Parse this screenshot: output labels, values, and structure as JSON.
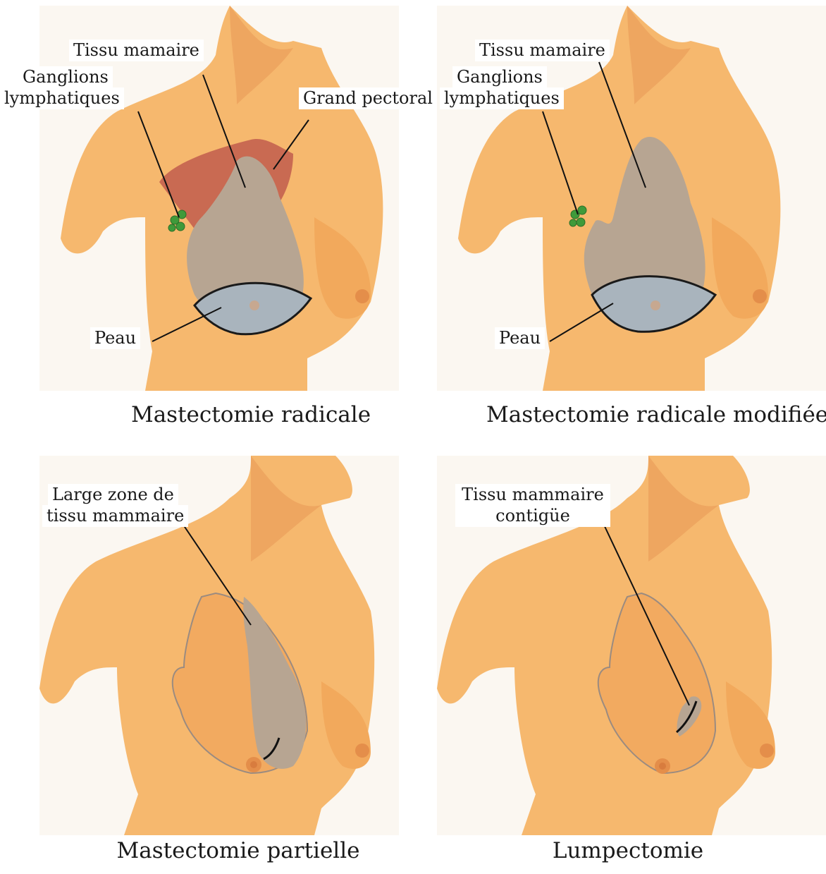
{
  "panels": {
    "radical": {
      "caption": "Mastectomie radicale",
      "labels": {
        "tissue": "Tissu mamaire",
        "nodes_line1": "Ganglions",
        "nodes_line2": "lymphatiques",
        "pectoral": "Grand pectoral",
        "skin": "Peau"
      }
    },
    "modified_radical": {
      "caption": "Mastectomie radicale modifiée",
      "labels": {
        "tissue": "Tissu mamaire",
        "nodes_line1": "Ganglions",
        "nodes_line2": "lymphatiques",
        "skin": "Peau"
      }
    },
    "partial": {
      "caption": "Mastectomie partielle",
      "labels": {
        "zone_line1": "Large zone de",
        "zone_line2": "tissu mammaire"
      }
    },
    "lumpectomy": {
      "caption": "Lumpectomie",
      "labels": {
        "tissue_line1": "Tissu mammaire",
        "tissue_line2": "contigüe"
      }
    }
  },
  "colors": {
    "skin": "#f6b86e",
    "skin_shadow": "#e89a50",
    "removed_tissue": "#b7a592",
    "muscle": "#c96a52",
    "lymph_node": "#3f9a3a",
    "skin_excision": "#a9b4bd",
    "leader_line": "#111111"
  }
}
